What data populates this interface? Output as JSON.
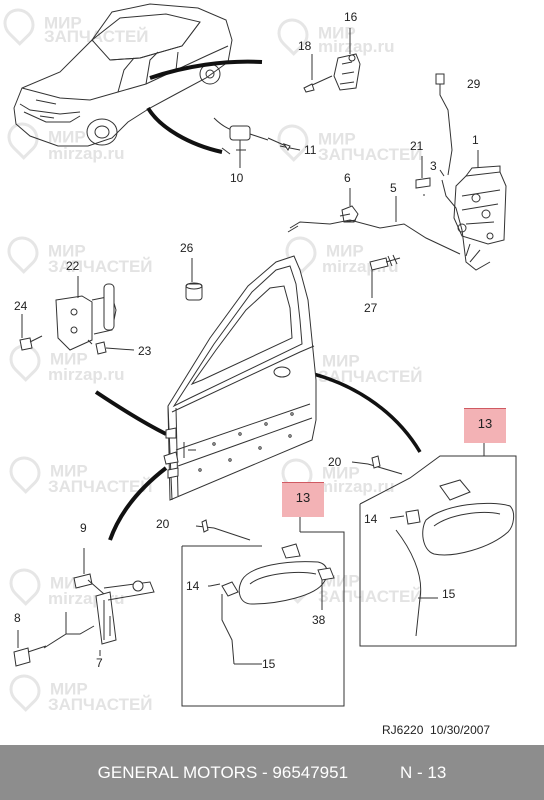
{
  "watermark": {
    "line_a": "МИР",
    "line_b": "ЗАПЧАСТЕЙ",
    "site": "mirzap.ru"
  },
  "callouts": {
    "c1": "1",
    "c3": "3",
    "c5": "5",
    "c6": "6",
    "c7": "7",
    "c8": "8",
    "c9": "9",
    "c10": "10",
    "c11": "11",
    "c13": "13",
    "c14": "14",
    "c15": "15",
    "c16": "16",
    "c18": "18",
    "c20": "20",
    "c21": "21",
    "c22": "22",
    "c23": "23",
    "c24": "24",
    "c26": "26",
    "c27": "27",
    "c29": "29",
    "c38": "38"
  },
  "drawing_ref": "RJ6220",
  "drawing_date": "10/30/2007",
  "footer": {
    "title": "GENERAL MOTORS - 96547951",
    "page": "N - 13"
  }
}
